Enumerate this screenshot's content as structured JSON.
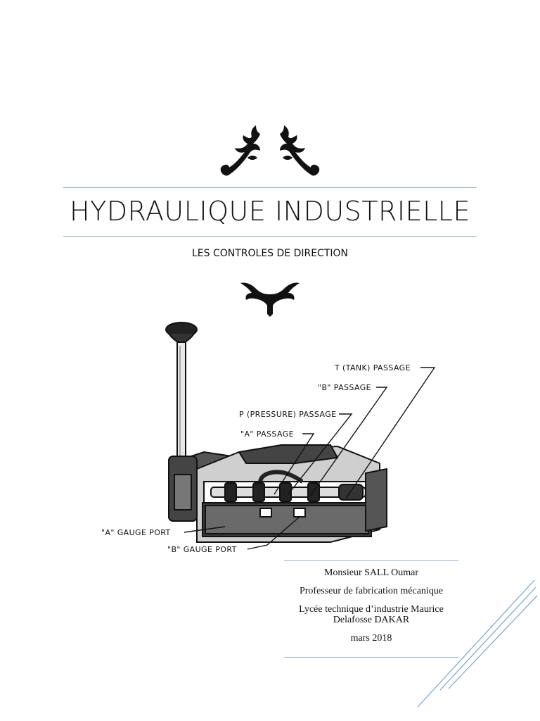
{
  "document": {
    "title": "HYDRAULIQUE INDUSTRIELLE",
    "subtitle": "LES CONTROLES DE DIRECTION"
  },
  "figure": {
    "labels": {
      "tank_passage": "T (TANK) PASSAGE",
      "b_passage": "\"B\" PASSAGE",
      "pressure_passage": "P (PRESSURE) PASSAGE",
      "a_passage": "\"A\" PASSAGE",
      "a_gauge_port": "\"A\" GAUGE PORT",
      "b_gauge_port": "\"B\" GAUGE PORT"
    }
  },
  "info": {
    "author": "Monsieur SALL Oumar",
    "role": "Professeur de fabrication mécanique",
    "school": "Lycée technique d’industrie Maurice Delafosse DAKAR",
    "date": "mars 2018"
  },
  "colors": {
    "rule": "#8fb3d1",
    "accent_lines": "#7aa3c8",
    "ink": "#111111"
  }
}
